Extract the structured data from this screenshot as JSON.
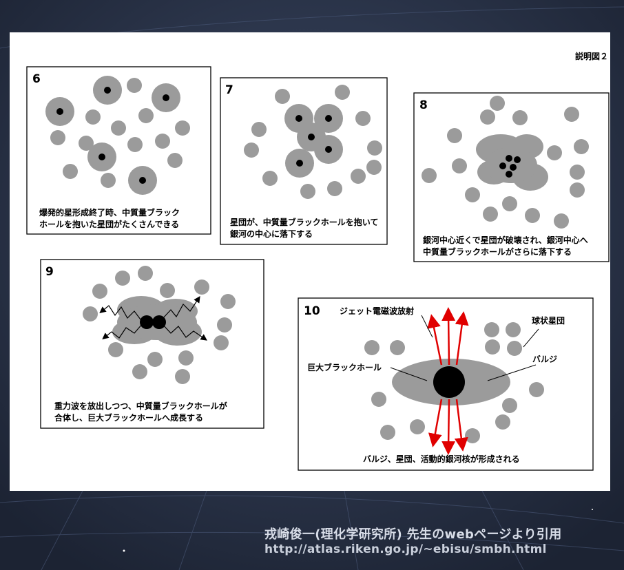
{
  "figure_label": "説明図２",
  "panels": [
    {
      "number": "6",
      "caption": [
        "爆発的星形成終了時、中質量ブラック",
        "ホールを抱いた星団がたくさんできる"
      ]
    },
    {
      "number": "7",
      "caption": [
        "星団が、中質量ブラックホールを抱いて",
        "銀河の中心に落下する"
      ]
    },
    {
      "number": "8",
      "caption": [
        "銀河中心近くで星団が破壊され、銀河中心へ",
        "中質量ブラックホールがさらに落下する"
      ]
    },
    {
      "number": "9",
      "caption": [
        "重力波を放出しつつ、中質量ブラックホールが",
        "合体し、巨大ブラックホールへ成長する"
      ]
    },
    {
      "number": "10",
      "caption": [
        "バルジ、星団、活動的銀河核が形成される"
      ]
    }
  ],
  "panel10_labels": {
    "jet": "ジェット電磁波放射",
    "globular": "球状星団",
    "bulge": "バルジ",
    "smbh": "巨大ブラックホール"
  },
  "credit": {
    "line1": "戎崎俊一(理化学研究所) 先生のwebページより引用",
    "line2": "http://atlas.riken.go.jp/~ebisu/smbh.html"
  },
  "colors": {
    "cluster": "#9b9b9b",
    "black_hole": "#000000",
    "jet_arrow": "#e00000",
    "background": "#2a3448"
  }
}
